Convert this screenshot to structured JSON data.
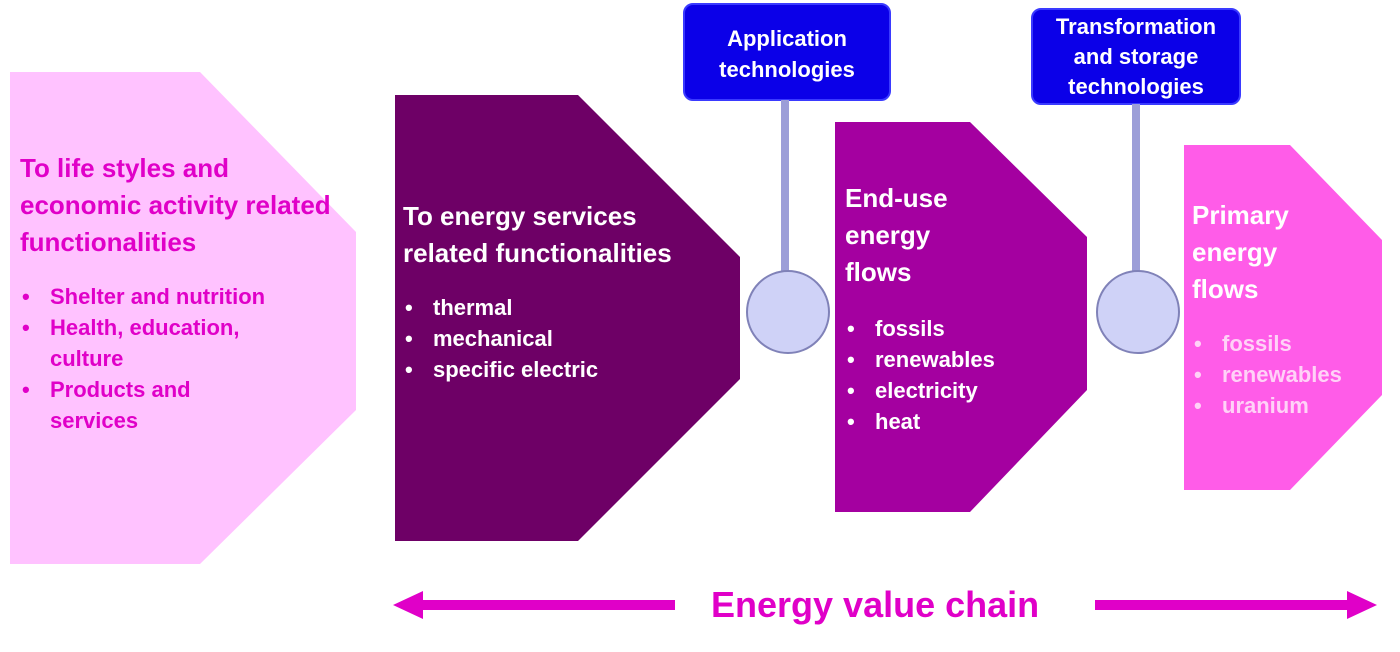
{
  "colors": {
    "box_lifestyle": "#ffc2ff",
    "box_services": "#6e0066",
    "box_enduse": "#a400a0",
    "box_primary": "#ff5ce8",
    "technology_box": "#0b00e8",
    "arrow": "#e000c8"
  },
  "boxes": {
    "lifestyle": {
      "title": "To life styles and economic activity related functionalities",
      "items": [
        "Shelter and nutrition",
        "Health, education, culture",
        "Products and services"
      ]
    },
    "services": {
      "title": "To energy services related functionalities",
      "items": [
        "thermal",
        "mechanical",
        "specific electric"
      ]
    },
    "enduse": {
      "title": "End-use energy flows",
      "items": [
        "fossils",
        "renewables",
        "electricity",
        "heat"
      ]
    },
    "primary": {
      "title": "Primary energy flows",
      "items": [
        "fossils",
        "renewables",
        "uranium"
      ]
    }
  },
  "technologies": {
    "application": "Application technologies",
    "transformation": "Transformation and storage technologies"
  },
  "chain": {
    "label": "Energy value chain"
  }
}
